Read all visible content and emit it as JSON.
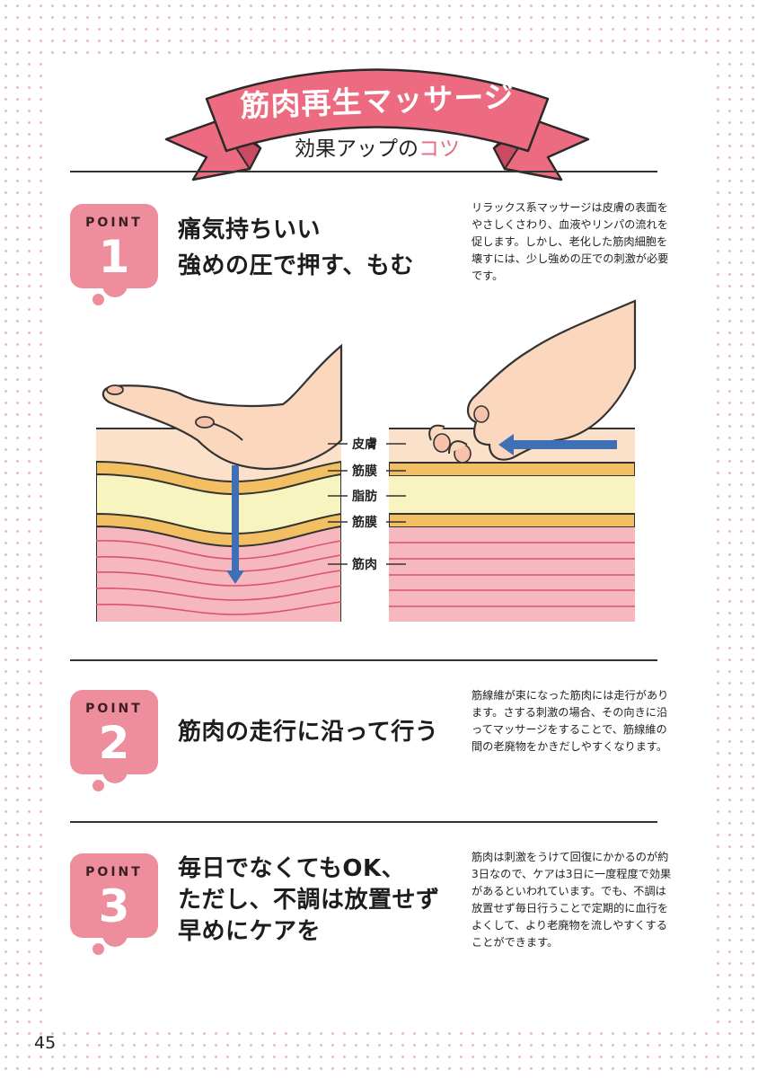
{
  "header": {
    "ribbon_title": "筋肉再生マッサージ",
    "subtitle_prefix": "効果アップの",
    "subtitle_accent": "コツ",
    "accent_color": "#e96b82"
  },
  "points": [
    {
      "label": "POINT",
      "number": "1",
      "title_lines": [
        "痛気持ちいい",
        "強めの圧で押す、もむ"
      ],
      "description": "リラックス系マッサージは皮膚の表面をやさしくさわり、血液やリンパの流れを促します。しかし、老化した筋肉細胞を壊すには、少し強めの圧での刺激が必要です。"
    },
    {
      "label": "POINT",
      "number": "2",
      "title_lines": [
        "筋肉の走行に沿って行う"
      ],
      "description": "筋線維が束になった筋肉には走行があります。さする刺激の場合、その向きに沿ってマッサージをすることで、筋線維の間の老廃物をかきだしやすくなります。"
    },
    {
      "label": "POINT",
      "number": "3",
      "title_lines": [
        "毎日でなくてもOK、",
        "ただし、不調は放置せず",
        "早めにケアを"
      ],
      "description": "筋肉は刺激をうけて回復にかかるのが約3日なので、ケアは3日に一度程度で効果があるといわれています。でも、不調は放置せず毎日行うことで定期的に血行をよくして、より老廃物を流しやすくすることができます。"
    }
  ],
  "illustration": {
    "layer_labels": [
      "皮膚",
      "筋膜",
      "脂肪",
      "筋膜",
      "筋肉"
    ],
    "arrow_color": "#3f6fb5"
  },
  "page_number": "45"
}
